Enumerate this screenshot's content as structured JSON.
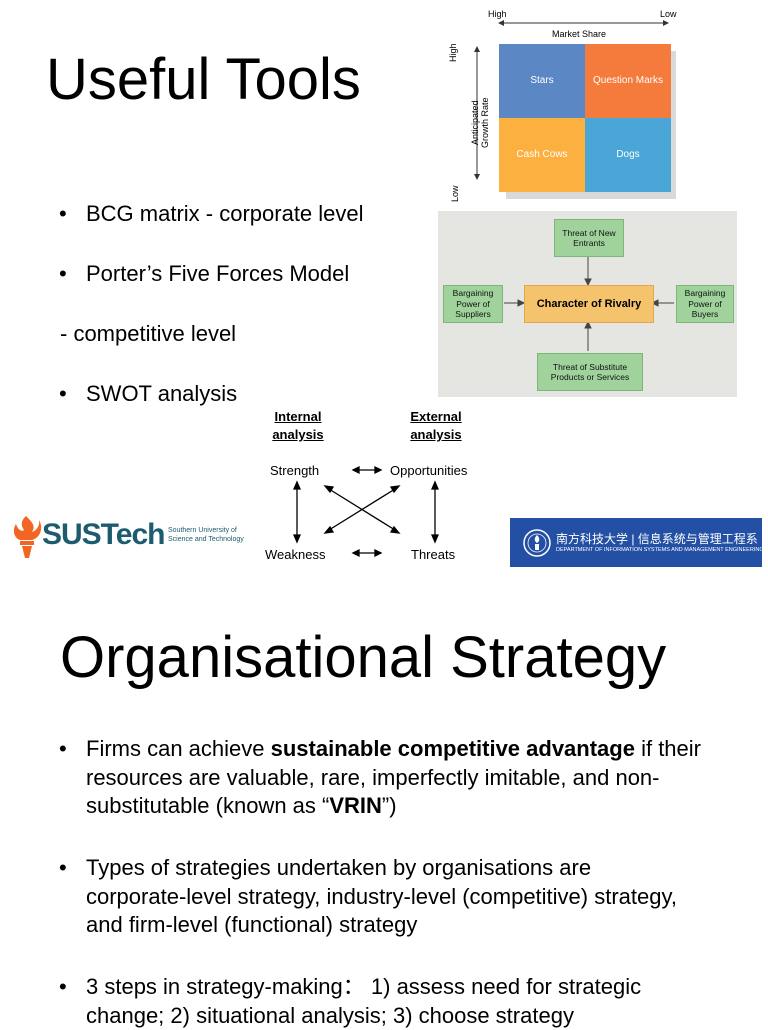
{
  "slide1": {
    "title": "Useful Tools",
    "bullets": [
      "BCG matrix - corporate level",
      "Porter’s Five Forces Model",
      "SWOT analysis"
    ],
    "subline": "- competitive level"
  },
  "bcg": {
    "high_top": "High",
    "low_top": "Low",
    "market_share": "Market Share",
    "high_side": "High",
    "low_side": "Low",
    "growth_label_1": "Anticipated",
    "growth_label_2": "Growth Rate",
    "cells": [
      {
        "label": "Stars",
        "color": "#5b87c4"
      },
      {
        "label": "Question Marks",
        "color": "#f47b3c"
      },
      {
        "label": "Cash Cows",
        "color": "#fbb040"
      },
      {
        "label": "Dogs",
        "color": "#4aa6d6"
      }
    ]
  },
  "porter": {
    "top": "Threat of New Entrants",
    "left": "Bargaining Power of Suppliers",
    "center": "Character of Rivalry",
    "right": "Bargaining Power of Buyers",
    "bottom": "Threat of Substitute Products or Services"
  },
  "swot": {
    "internal": "Internal analysis",
    "external": "External analysis",
    "strength": "Strength",
    "opportunities": "Opportunities",
    "weakness": "Weakness",
    "threats": "Threats"
  },
  "logos": {
    "sustech": "SUSTech",
    "sustech_sub": "Southern University of Science and Technology",
    "dept_cn": "南方科技大学 | 信息系统与管理工程系",
    "dept_en": "DEPARTMENT OF INFORMATION SYSTEMS AND MANAGEMENT ENGINEERING"
  },
  "slide2": {
    "title": "Organisational Strategy",
    "p1_pre": "Firms can achieve ",
    "p1_bold": "sustainable competitive advantage",
    "p1_mid": " if their resources are valuable, rare, imperfectly imitable, and non-substitutable (known as “",
    "p1_bold2": "VRIN",
    "p1_end": "”)",
    "p2": "Types of strategies undertaken by organisations are corporate-level strategy, industry-level (competitive) strategy, and firm-level (functional) strategy",
    "p3": "3 steps in strategy-making： 1) assess need for strategic change; 2) situational analysis; 3) choose strategy"
  }
}
